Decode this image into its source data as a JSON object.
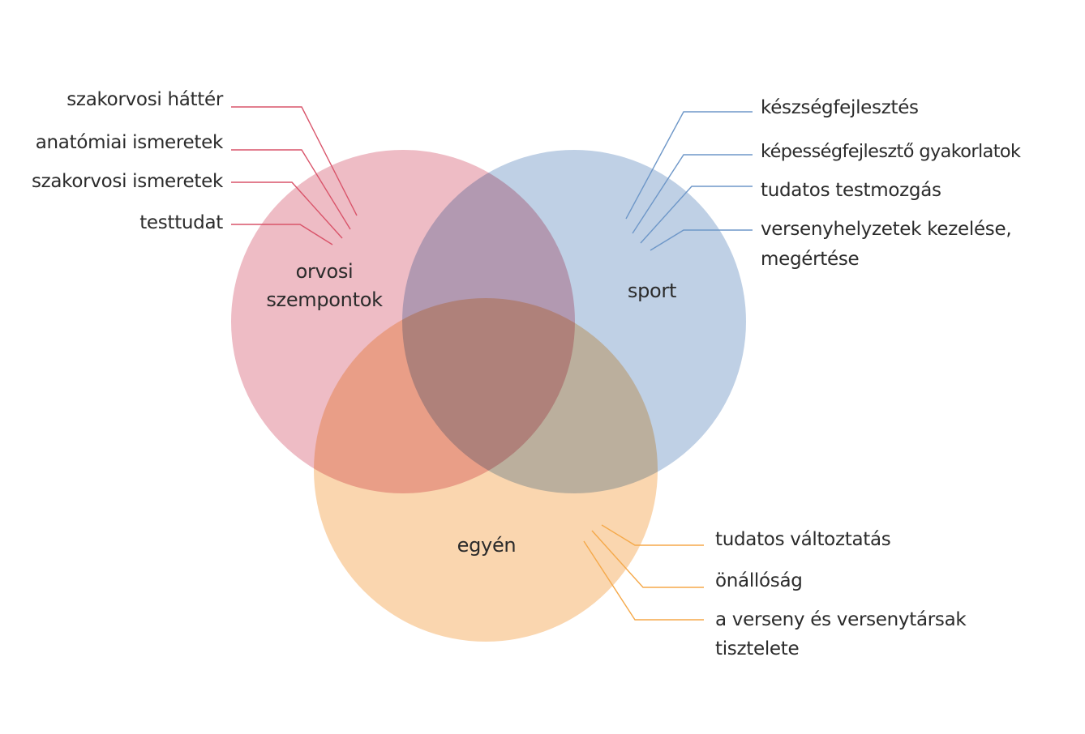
{
  "circles": {
    "medical": {
      "label_line1": "orvosi",
      "label_line2": "szempontok",
      "color": "#e8a5b2"
    },
    "sport": {
      "label": "sport",
      "color": "#a9c0dc"
    },
    "individual": {
      "label": "egyén",
      "color": "#f9cc9b"
    }
  },
  "colors": {
    "medical_line": "#d9546a",
    "sport_line": "#6e97c8",
    "individual_line": "#f5a94a"
  },
  "medical_items": [
    "szakorvosi háttér",
    "anatómiai ismeretek",
    "szakorvosi ismeretek",
    "testtudat"
  ],
  "sport_items": [
    "készségfejlesztés",
    "képességfejlesztő gyakorlatok",
    "tudatos testmozgás",
    "versenyhelyzetek kezelése,",
    "megértése"
  ],
  "individual_items": [
    "tudatos változtatás",
    "önállóság",
    "a verseny és versenytársak",
    "tisztelete"
  ]
}
